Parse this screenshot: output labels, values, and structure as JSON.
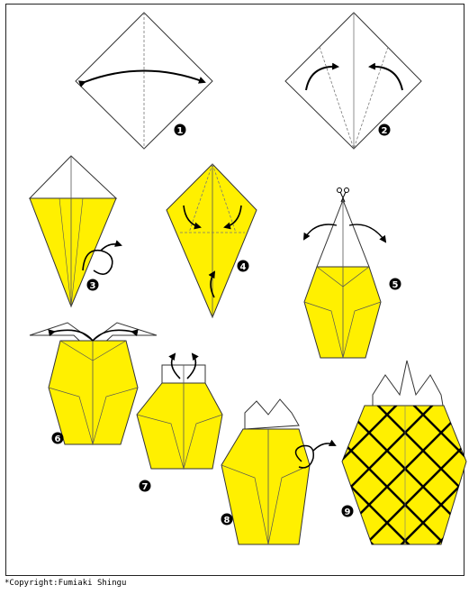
{
  "copyright": "*Copyright:Fumiaki Shingu",
  "colors": {
    "paper_yellow": "#FFF000",
    "paper_white": "#FFFFFF",
    "outline": "#333333",
    "frame": "#222222",
    "badge": "#000000"
  },
  "steps": [
    {
      "number": "1",
      "icon": "fold-arrow"
    },
    {
      "number": "2",
      "icon": "fold-arrow"
    },
    {
      "number": "3",
      "icon": "turn-over-arrow"
    },
    {
      "number": "4",
      "icon": "fold-arrow"
    },
    {
      "number": "5",
      "icon": "scissors-icon"
    },
    {
      "number": "6",
      "icon": "fold-arrow"
    },
    {
      "number": "7",
      "icon": "fold-arrow"
    },
    {
      "number": "8",
      "icon": "turn-over-arrow"
    },
    {
      "number": "9",
      "icon": "finished-pineapple"
    }
  ]
}
